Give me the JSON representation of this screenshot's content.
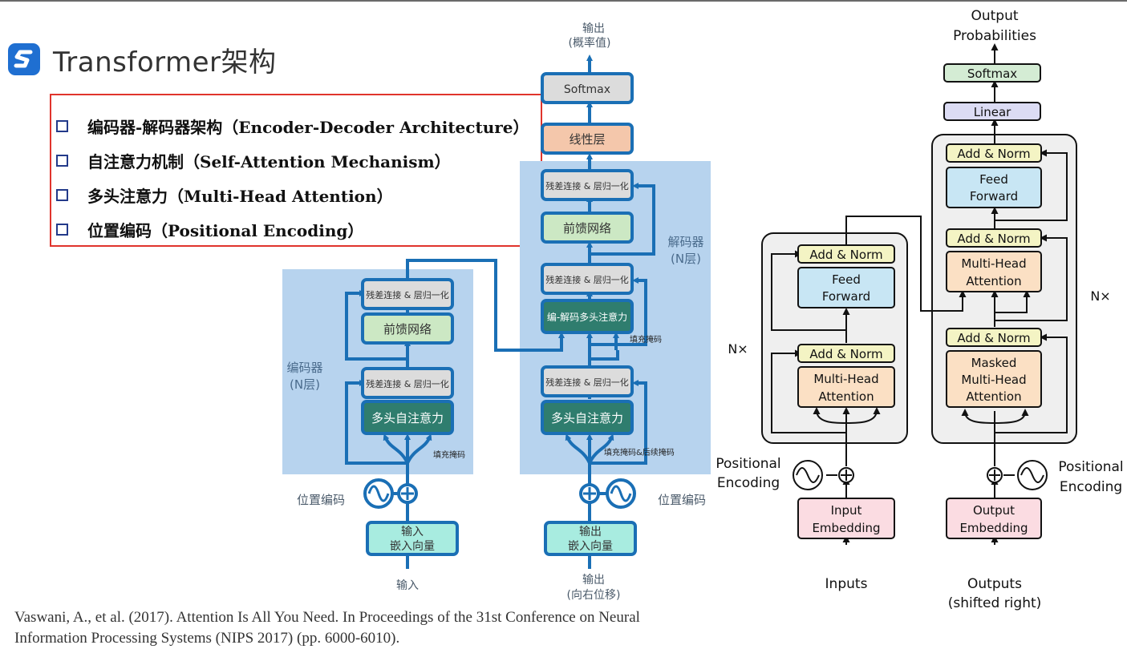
{
  "title": "Transformer架构",
  "bullets": [
    "编码器-解码器架构（Encoder-Decoder Architecture）",
    "自注意力机制（Self-Attention Mechanism）",
    "多头注意力（Multi-Head Attention）",
    "位置编码（Positional Encoding）"
  ],
  "citation": "Vaswani, A., et al. (2017). Attention Is All You Need. In Proceedings of the 31st Conference on Neural Information Processing Systems (NIPS 2017) (pp. 6000-6010).",
  "cn_diagram": {
    "encoder_label": "编码器\n(N层)",
    "decoder_label": "解码器\n(N层)",
    "output_label_top": "输出",
    "output_label_bottom": "(概率值)",
    "softmax": "Softmax",
    "linear": "线性层",
    "residual_norm": "残差连接 & 层归一化",
    "ffn": "前馈网络",
    "self_attn": "多头自注意力",
    "cross_attn": "编-解码多头注意力",
    "pad_mask": "填充掩码",
    "pad_future_mask": "填充掩码&后续掩码",
    "pos_enc": "位置编码",
    "enc_embed_1": "输入",
    "enc_embed_2": "嵌入向量",
    "dec_embed_1": "输出",
    "dec_embed_2": "嵌入向量",
    "enc_input": "输入",
    "dec_input_1": "输出",
    "dec_input_2": "(向右位移)"
  },
  "en_diagram": {
    "output_1": "Output",
    "output_2": "Probabilities",
    "softmax": "Softmax",
    "linear": "Linear",
    "add_norm": "Add & Norm",
    "feed_1": "Feed",
    "feed_2": "Forward",
    "mha_1": "Multi-Head",
    "mha_2": "Attention",
    "masked_1": "Masked",
    "nx": "N×",
    "pos_1": "Positional",
    "pos_2": "Encoding",
    "input_emb_1": "Input",
    "input_emb_2": "Embedding",
    "output_emb_1": "Output",
    "output_emb_2": "Embedding",
    "inputs": "Inputs",
    "outputs_1": "Outputs",
    "outputs_2": "(shifted right)"
  }
}
